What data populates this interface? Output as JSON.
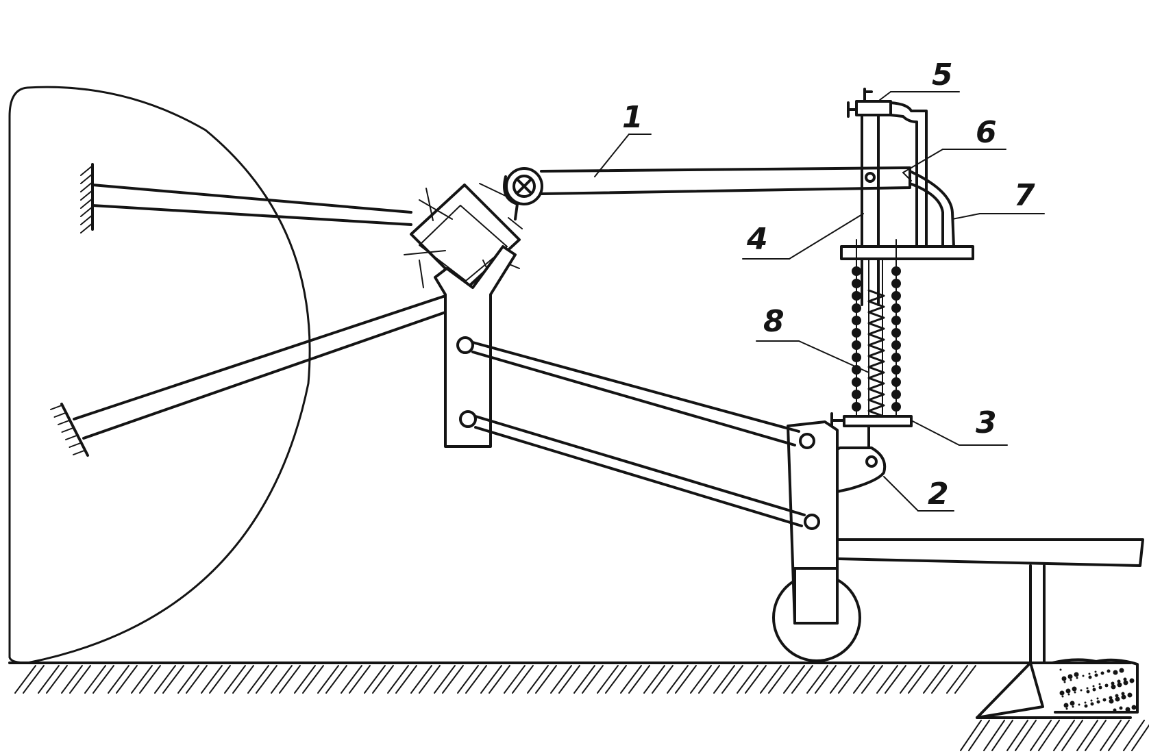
{
  "diagram": {
    "labels": [
      {
        "id": "1",
        "text": "1"
      },
      {
        "id": "2",
        "text": "2"
      },
      {
        "id": "3",
        "text": "3"
      },
      {
        "id": "4",
        "text": "4"
      },
      {
        "id": "5",
        "text": "5"
      },
      {
        "id": "6",
        "text": "6"
      },
      {
        "id": "7",
        "text": "7"
      },
      {
        "id": "8",
        "text": "8"
      }
    ],
    "colors": {
      "ink": "#141414",
      "paper": "#ffffff"
    }
  }
}
